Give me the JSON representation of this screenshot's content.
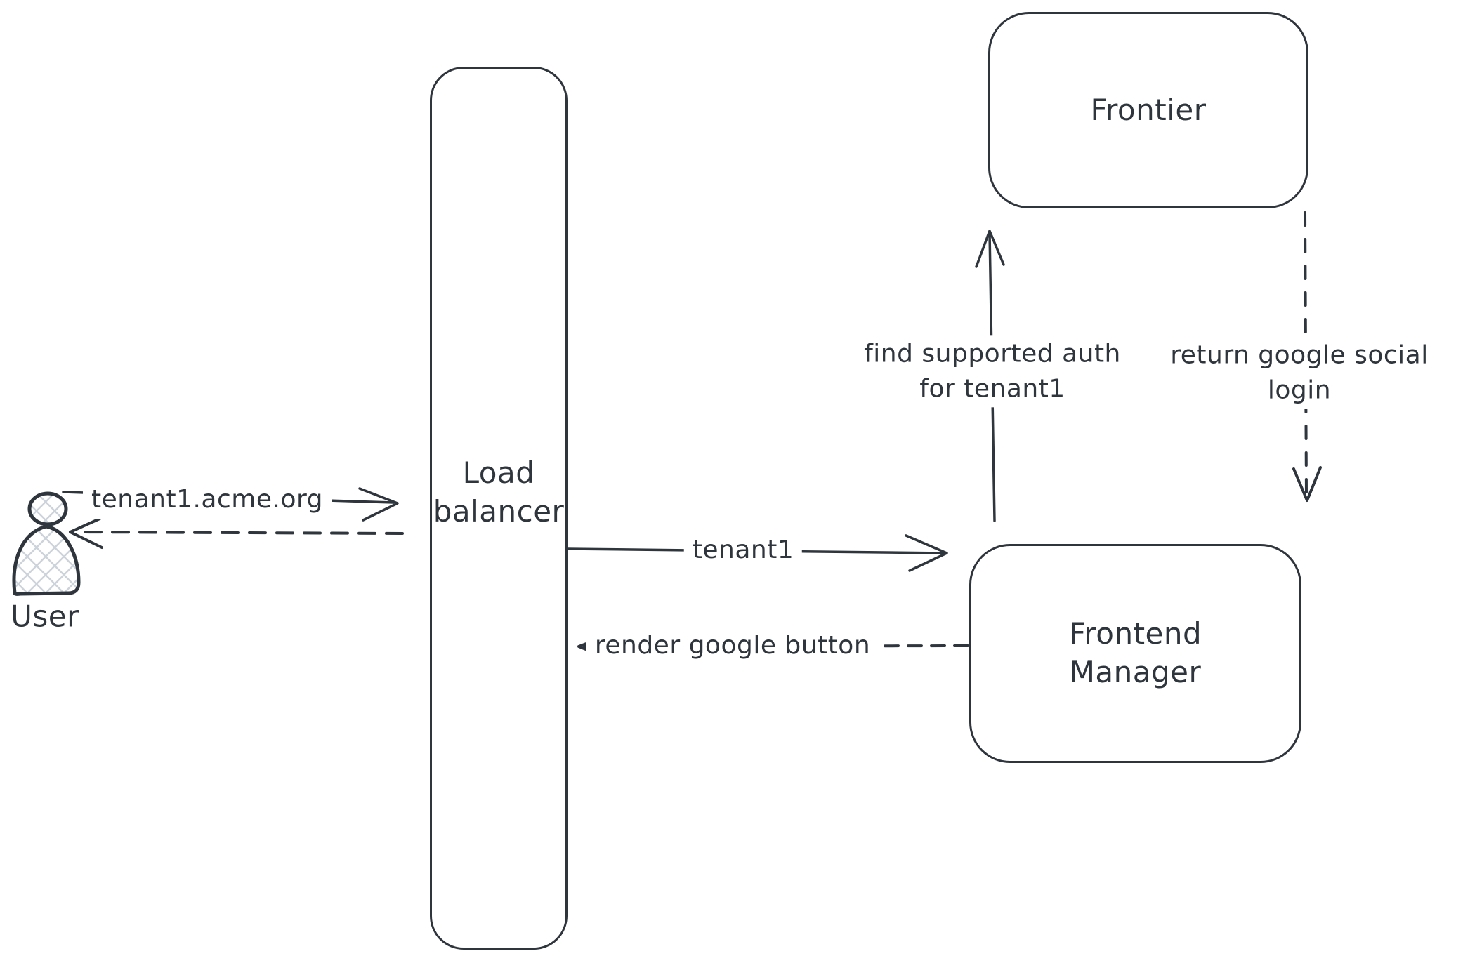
{
  "canvas": {
    "background": "#ffffff",
    "ink_color": "#2f353d",
    "hatch_color": "#ccd3da"
  },
  "nodes": {
    "user": {
      "label": "User",
      "icon": "person-icon"
    },
    "load_balancer": {
      "lines": [
        "Load",
        "balancer"
      ]
    },
    "frontier": {
      "label": "Frontier"
    },
    "frontend_manager": {
      "lines": [
        "Frontend",
        "Manager"
      ]
    }
  },
  "edges": {
    "user_to_load_balancer": {
      "label": "tenant1.acme.org",
      "style": "solid-arrow"
    },
    "load_balancer_to_user": {
      "style": "dashed-arrow"
    },
    "load_balancer_to_frontend_manager": {
      "label": "tenant1",
      "style": "solid-arrow"
    },
    "frontend_manager_to_load_balancer": {
      "label": "render google button",
      "style": "dashed-arrow"
    },
    "frontend_manager_to_frontier": {
      "lines": [
        "find supported auth",
        "for tenant1"
      ],
      "style": "solid-arrow"
    },
    "frontier_to_frontend_manager": {
      "lines": [
        "return google social",
        "login"
      ],
      "style": "dashed-arrow"
    }
  }
}
